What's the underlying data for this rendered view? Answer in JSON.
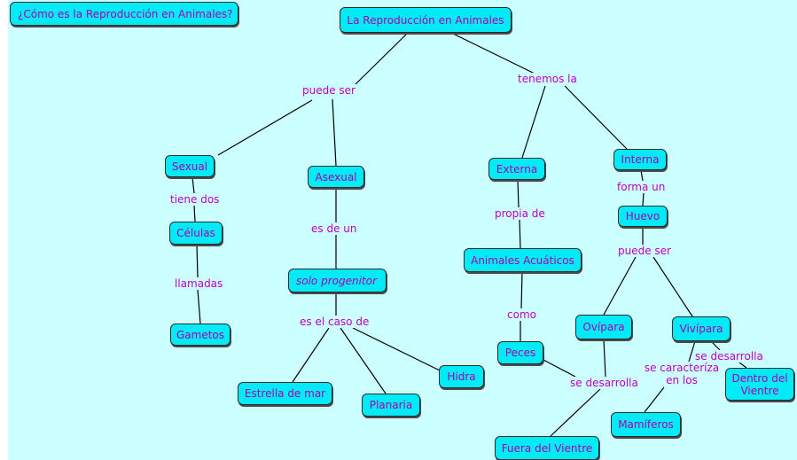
{
  "question": "¿Cómo es la Reproducción en Animales?",
  "root": "La Reproducción en Animales",
  "concepts": {
    "sexual": "Sexual",
    "asexual": "Asexual",
    "externa": "Externa",
    "interna": "Interna",
    "celulas": "Células",
    "gametos": "Gametos",
    "solo_progenitor": "solo progenitor",
    "estrella_de_mar": "Estrella de mar",
    "planaria": "Planaria",
    "hidra": "Hidra",
    "animales_acuaticos": "Animales Acuáticos",
    "peces": "Peces",
    "huevo": "Huevo",
    "ovipara": "Ovípara",
    "vivipara": "Vivípara",
    "mamiferos": "Mamíferos",
    "dentro_del_vientre": "Dentro del Vientre",
    "fuera_del_vientre": "Fuera del Vientre"
  },
  "linking_phrases": {
    "puede_ser_1": "puede ser",
    "tenemos_la": "tenemos la",
    "tiene_dos": "tiene dos",
    "llamadas": "llamadas",
    "es_de_un": "es de un",
    "es_el_caso_de": "es el caso de",
    "propia_de": "propia de",
    "como": "como",
    "forma_un": "forma un",
    "puede_ser_2": "puede ser",
    "se_desarrolla_1": "se desarrolla",
    "se_caracteriza_en_los": "se caracteríza en los",
    "se_desarrolla_2": "se desarrolla"
  },
  "colors": {
    "background": "#ccffff",
    "node_fill": "#00ebf5",
    "text": "#b000b0",
    "line": "#000000"
  }
}
